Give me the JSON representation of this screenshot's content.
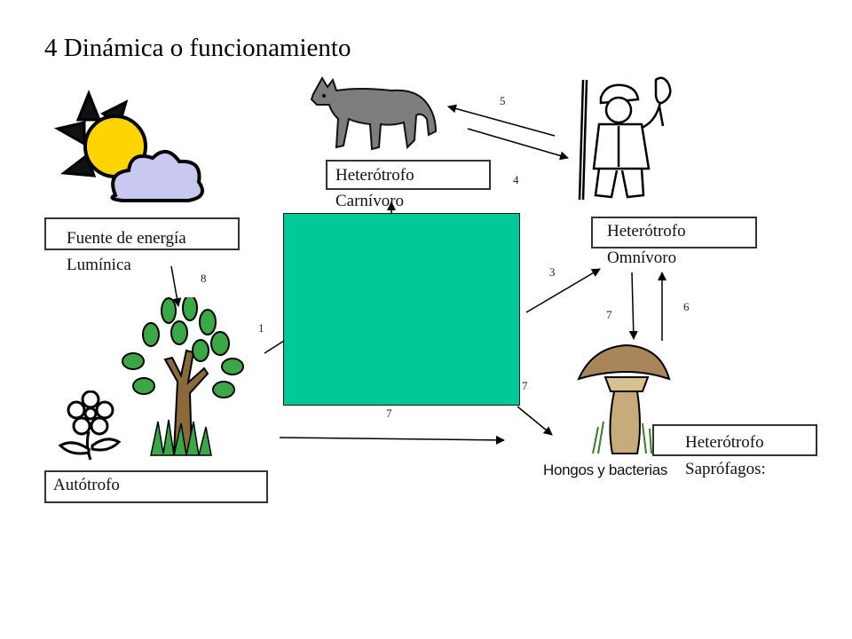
{
  "title": "4 Dinámica o funcionamiento",
  "nodes": {
    "energy": {
      "line1": "Fuente de energía",
      "line2": "Lumínica"
    },
    "carnivore": {
      "line1": "Heterótrofo",
      "line2": "Carnívoro"
    },
    "omnivore": {
      "line1": "Heterótrofo",
      "line2": "Omnívoro"
    },
    "autotroph": {
      "line1": "Autótrofo"
    },
    "saprophyte": {
      "line1": "Heterótrofo",
      "line2": "Saprófagos:"
    }
  },
  "fungi_caption": "Hongos y bacterias",
  "arrow_numbers": {
    "a1": "1",
    "a3": "3",
    "a4": "4",
    "a5": "5",
    "a6": "6",
    "a7_omnivore": "7",
    "a7_center": "7",
    "a7_bottom": "7",
    "a8": "8"
  },
  "colors": {
    "center_square": "#00C896"
  },
  "icons": [
    "sun-cloud-icon",
    "wolf-icon",
    "hunter-icon",
    "tree-icon",
    "flower-icon",
    "mushroom-icon"
  ]
}
